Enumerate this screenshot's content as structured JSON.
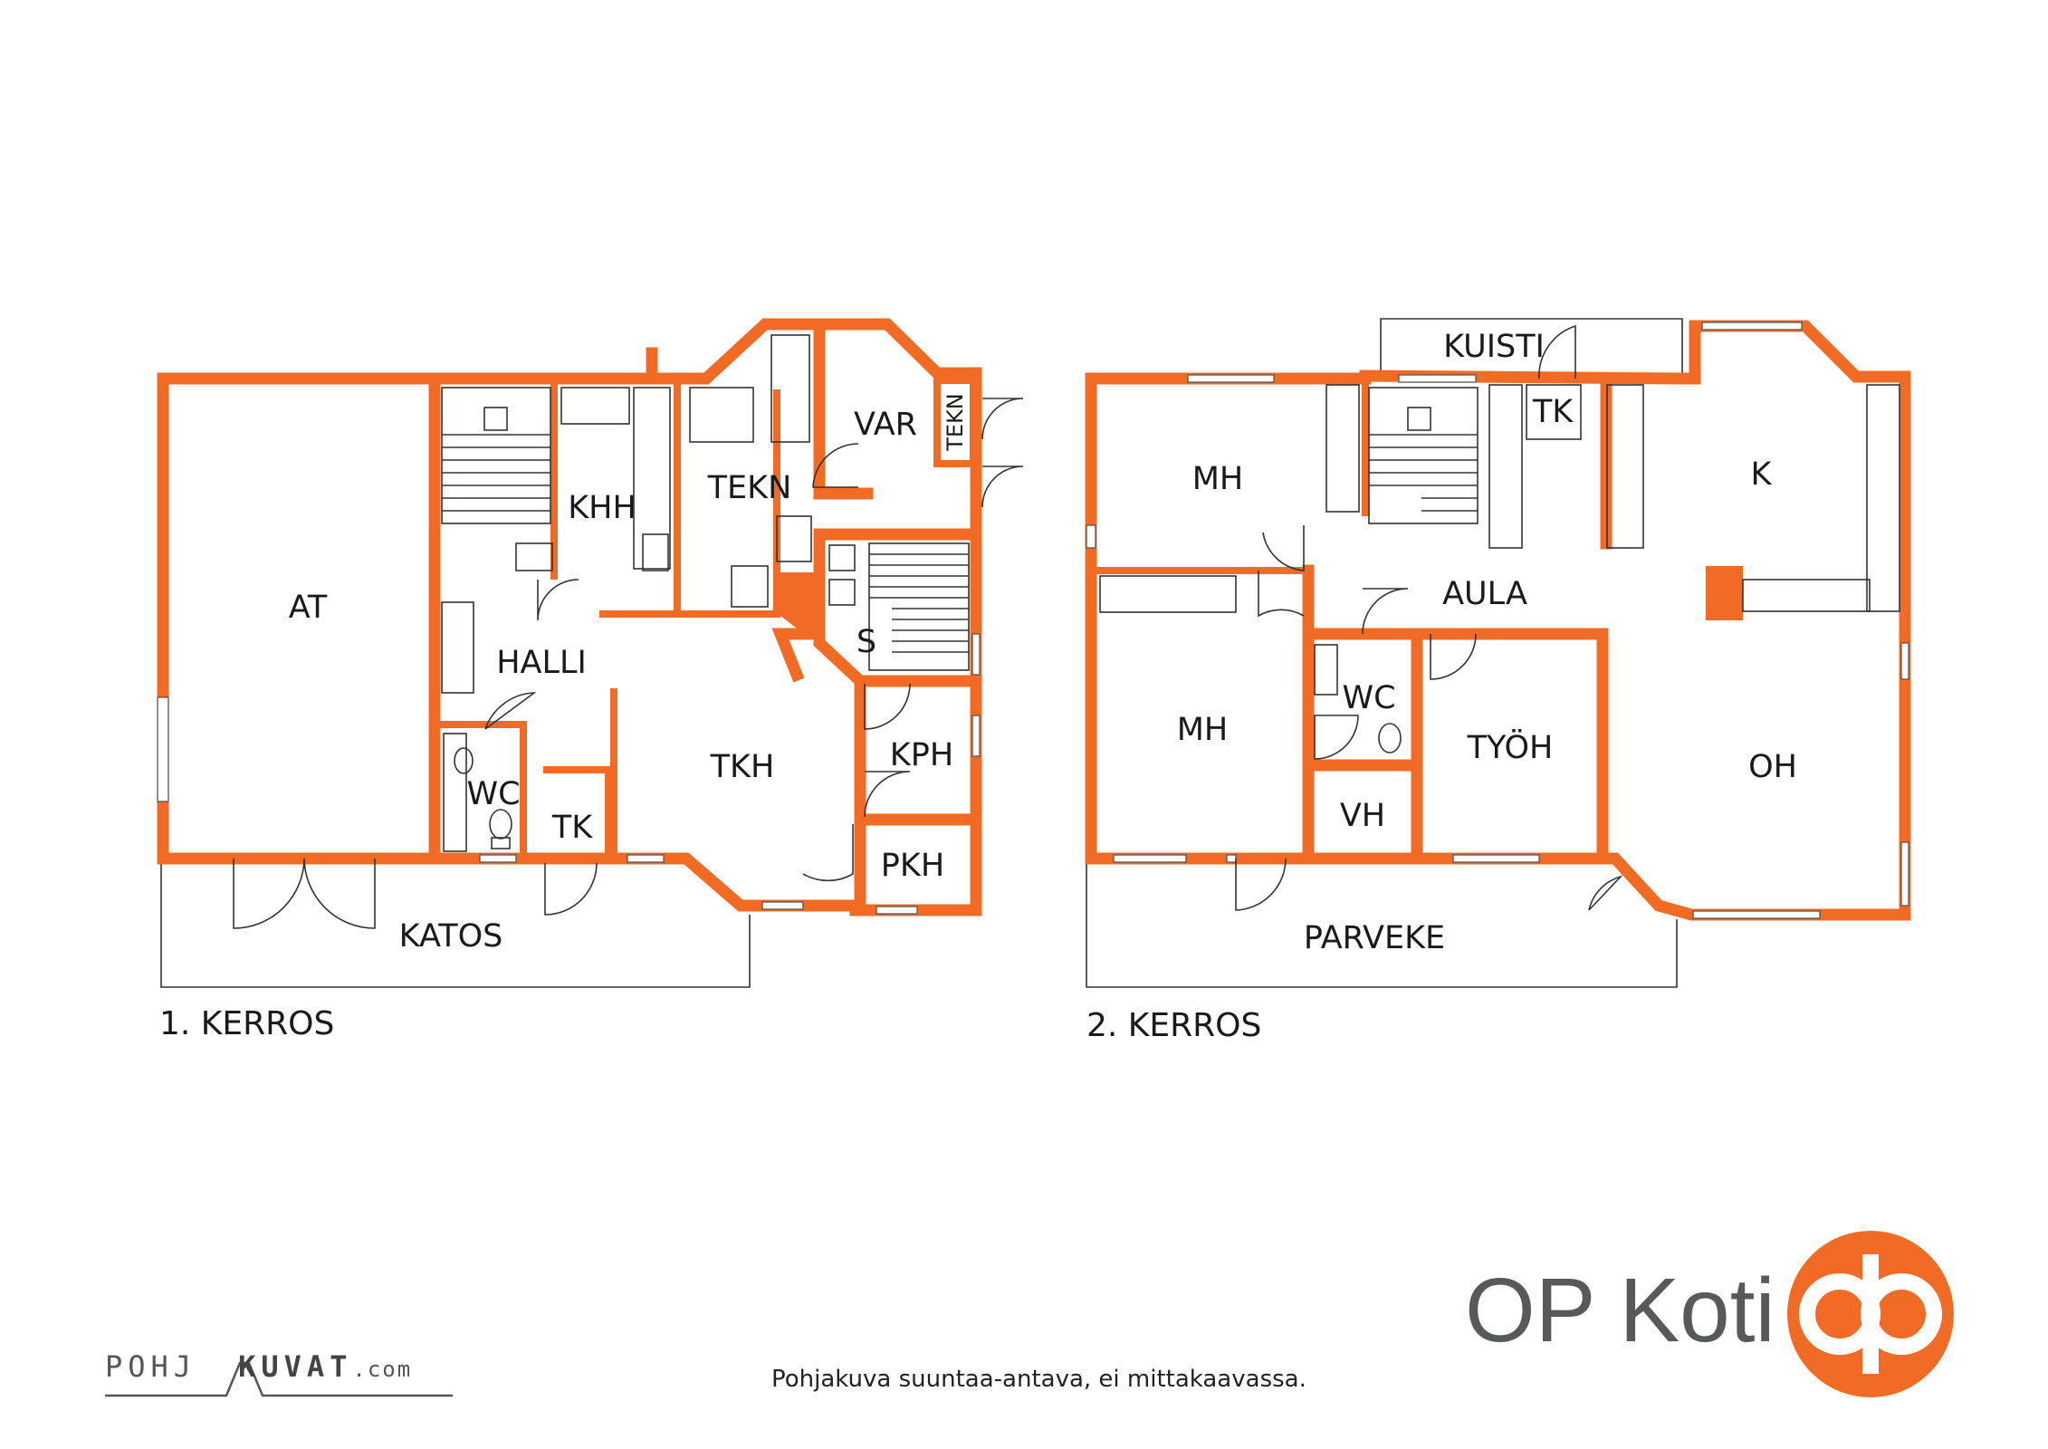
{
  "floor1": {
    "title": "1.  KERROS",
    "rooms": {
      "at": "AT",
      "halli": "HALLI",
      "khh": "KHH",
      "tekn": "TEKN",
      "var": "VAR",
      "tekn_small": "TEKN",
      "s": "S",
      "tkh": "TKH",
      "kph": "KPH",
      "pkh": "PKH",
      "wc": "WC",
      "tk": "TK",
      "katos": "KATOS"
    }
  },
  "floor2": {
    "title": "2. KERROS",
    "rooms": {
      "kuisti": "KUISTI",
      "tk": "TK",
      "mh1": "MH",
      "mh2": "MH",
      "k": "K",
      "aula": "AULA",
      "wc": "WC",
      "tyoh": "TYÖH",
      "oh": "OH",
      "vh": "VH",
      "parveke": "PARVEKE"
    }
  },
  "footer_note": "Pohjakuva suuntaa-antava, ei mittakaavassa.",
  "brand": {
    "name": "OP Koti",
    "logo_color": "#f26b24",
    "text_color": "#58595b",
    "pohjakuvat_logo_left": "POHJ",
    "pohjakuvat_logo_right": "KUVAT",
    "pohjakuvat_logo_tld": ".com"
  },
  "colors": {
    "wall": "#f26b24"
  }
}
